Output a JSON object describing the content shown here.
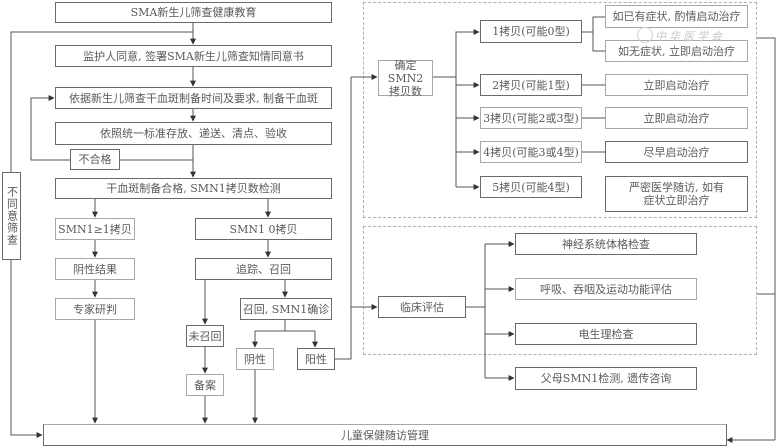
{
  "diagram": {
    "type": "flowchart",
    "left_flow": {
      "health_education": "SMA新生儿筛查健康教育",
      "consent": "监护人同意, 签署SMA新生儿筛查知情同意书",
      "prepare_dbs": "依据新生儿筛查干血斑制备时间及要求, 制备干血斑",
      "store_deliver": "依照统一标准存放、递送、清点、验收",
      "unqualified": "不合格",
      "qualified_test": "干血斑制备合格, SMN1拷贝数检测",
      "refuse_screening": "不同意筛查",
      "smn1_ge1": "SMN1≥1拷贝",
      "negative_result": "阴性结果",
      "expert_review": "专家研判",
      "smn1_0": "SMN1 0拷贝",
      "track_recall": "追踪、召回",
      "recall_confirm": "召回, SMN1确诊",
      "not_recalled": "未召回",
      "record": "备案",
      "negative": "阴性",
      "positive": "阳性"
    },
    "smn2_section": {
      "determine": "确定SMN2拷贝数",
      "copies": [
        {
          "label": "1拷贝(可能0型)",
          "treatments": [
            "如已有症状, 酌情启动治疗",
            "如无症状, 立即启动治疗"
          ]
        },
        {
          "label": "2拷贝(可能1型)",
          "treatments": [
            "立即启动治疗"
          ]
        },
        {
          "label": "3拷贝(可能2或3型)",
          "treatments": [
            "立即启动治疗"
          ]
        },
        {
          "label": "4拷贝(可能3或4型)",
          "treatments": [
            "尽早启动治疗"
          ]
        },
        {
          "label": "5拷贝(可能4型)",
          "treatments": [
            "严密医学随访, 如有症状立即治疗"
          ]
        }
      ]
    },
    "clinical_section": {
      "assessment": "临床评估",
      "items": [
        "神经系统体格检查",
        "呼吸、吞咽及运动功能评估",
        "电生理检查",
        "父母SMN1检测, 遗传咨询"
      ]
    },
    "final": "儿童保健随访管理",
    "watermark": "中华医学会"
  }
}
